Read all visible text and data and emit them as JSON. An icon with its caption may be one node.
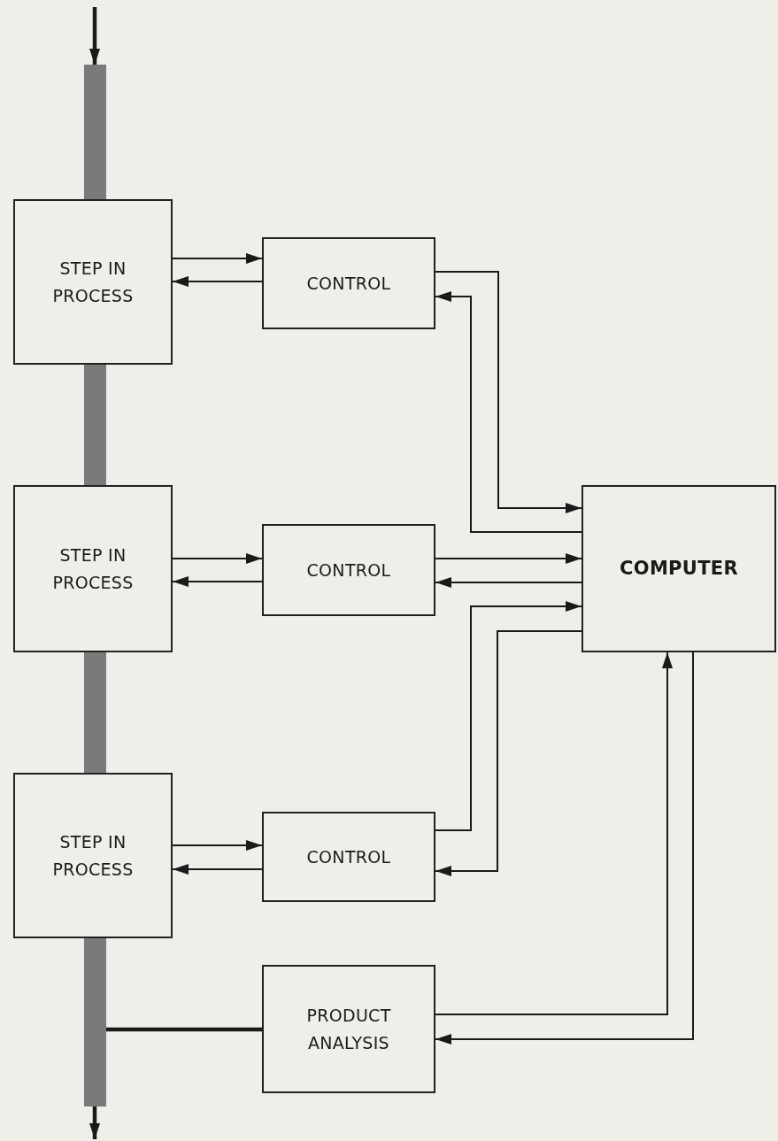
{
  "diagram": {
    "nodes": [
      {
        "text": [],
        "shape": "bar"
      },
      {
        "text": [
          "STEP IN PROCESS"
        ]
      },
      {
        "text": [
          "CONTROL"
        ]
      },
      {
        "text": [
          "STEP IN PROCESS"
        ]
      },
      {
        "text": [
          "CONTROL"
        ]
      },
      {
        "text": [
          "COMPUTER"
        ]
      },
      {
        "text": [
          "STEP IN PROCESS"
        ]
      },
      {
        "text": [
          "CONTROL"
        ]
      },
      {
        "text": [],
        "shape": "bar"
      },
      {
        "text": [
          "PRODUCT ANALYSIS"
        ]
      }
    ],
    "edges": [
      {
        "from": null,
        "to": 0,
        "arrow": "to",
        "style": "thick"
      },
      {
        "from": 8,
        "to": null,
        "arrow": "to",
        "style": "thick"
      },
      {
        "from": 1,
        "to": 2,
        "arrow": "to"
      },
      {
        "from": 2,
        "to": 1,
        "arrow": "to"
      },
      {
        "from": 3,
        "to": 4,
        "arrow": "to"
      },
      {
        "from": 4,
        "to": 3,
        "arrow": "to"
      },
      {
        "from": 6,
        "to": 7,
        "arrow": "to"
      },
      {
        "from": 7,
        "to": 6,
        "arrow": "to"
      },
      {
        "from": 2,
        "to": 5,
        "arrow": "to"
      },
      {
        "from": 5,
        "to": 2,
        "arrow": "to"
      },
      {
        "from": 4,
        "to": 5,
        "arrow": "to"
      },
      {
        "from": 5,
        "to": 4,
        "arrow": "to"
      },
      {
        "from": 7,
        "to": 5,
        "arrow": "to"
      },
      {
        "from": 5,
        "to": 7,
        "arrow": "to"
      },
      {
        "from": 9,
        "to": 5,
        "arrow": "to"
      },
      {
        "from": 5,
        "to": 9,
        "arrow": "to"
      },
      {
        "from": 8,
        "to": 9,
        "arrow": "none",
        "style": "thick"
      },
      {
        "from": 1,
        "to": 3,
        "arrow": "none",
        "style": "thick",
        "color": "#7a7a7a"
      },
      {
        "from": 3,
        "to": 6,
        "arrow": "none",
        "style": "thick",
        "color": "#7a7a7a"
      }
    ]
  }
}
